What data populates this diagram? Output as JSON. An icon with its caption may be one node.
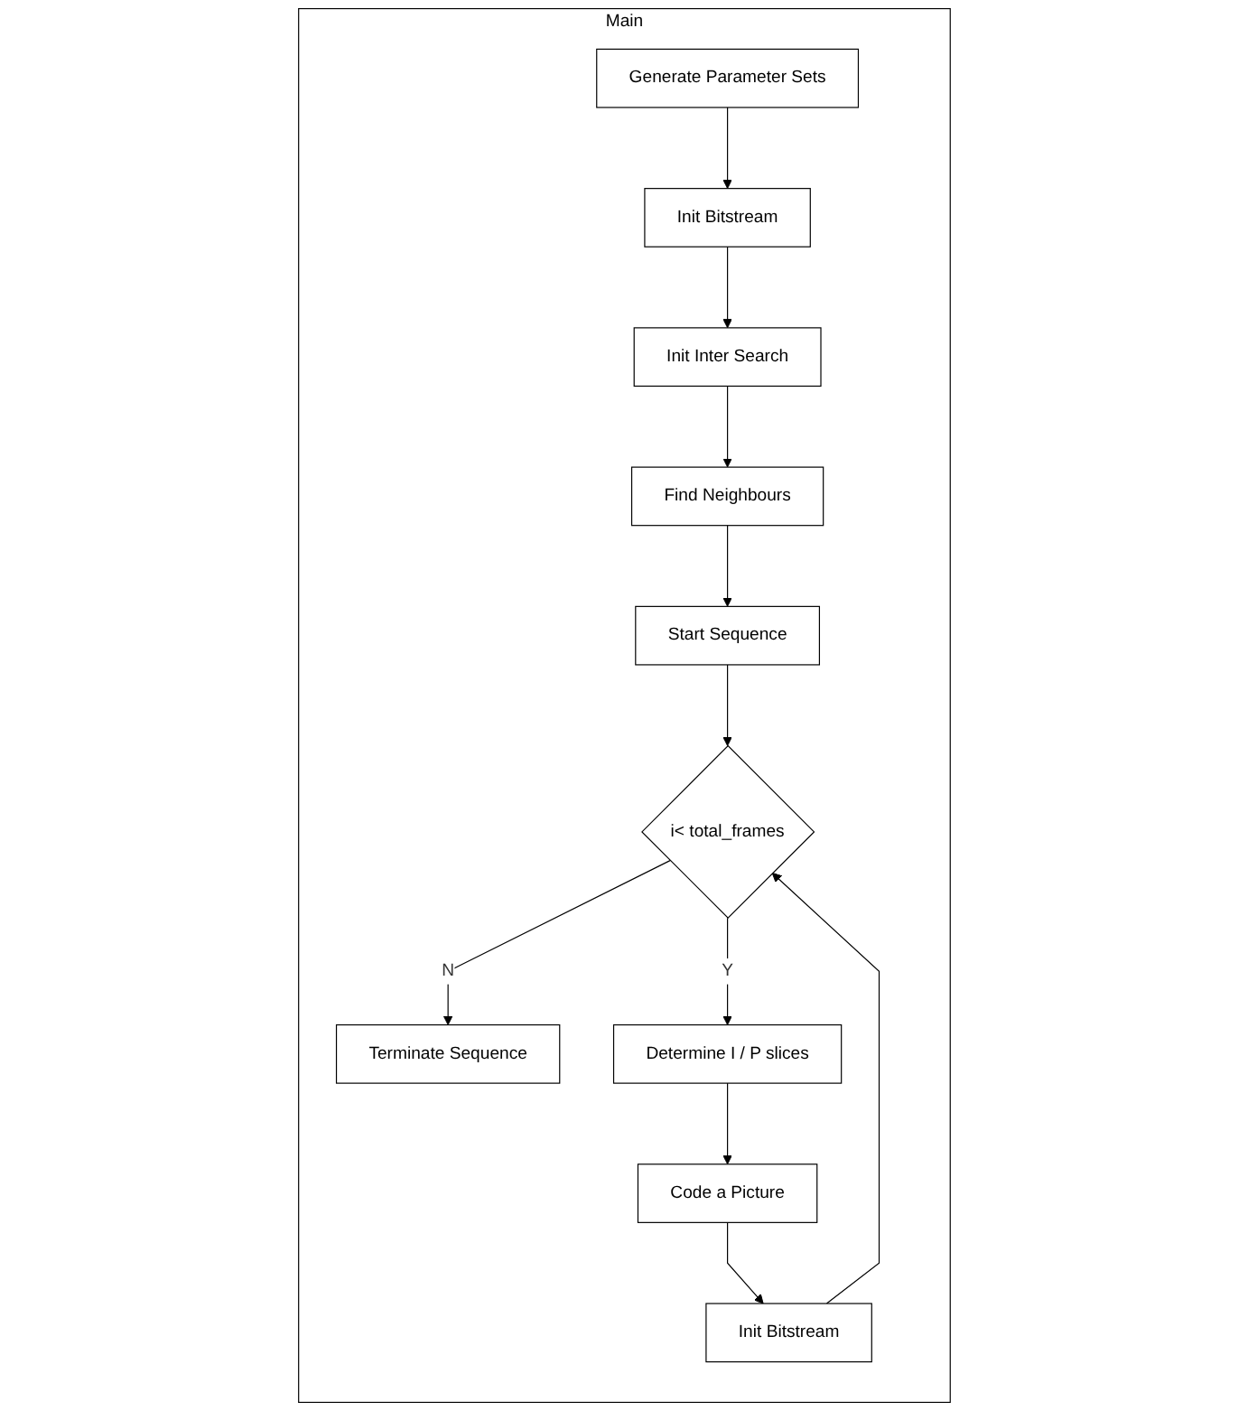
{
  "diagram": {
    "nodes": [
      {
        "text": [
          "Main"
        ]
      },
      {
        "text": [
          "Generate Parameter Sets"
        ],
        "in": 0
      },
      {
        "text": [
          "Init Bitstream"
        ],
        "in": 0
      },
      {
        "text": [
          "Init Inter Search"
        ],
        "in": 0
      },
      {
        "text": [
          "Find Neighbours"
        ],
        "in": 0
      },
      {
        "text": [
          "Start Sequence"
        ],
        "in": 0
      },
      {
        "text": [
          "i< total_frames"
        ],
        "in": 0
      },
      {
        "text": [
          "Terminate Sequence"
        ],
        "in": 0
      },
      {
        "text": [
          "Determine I / P slices"
        ],
        "in": 0
      },
      {
        "text": [
          "Init Bitstream"
        ],
        "in": 0
      },
      {
        "text": [
          "Code a Picture"
        ],
        "in": 0
      }
    ],
    "edges": [
      {
        "from": 1,
        "to": 2,
        "arrow": "to"
      },
      {
        "from": 2,
        "to": 3,
        "arrow": "to"
      },
      {
        "from": 3,
        "to": 4,
        "arrow": "to"
      },
      {
        "from": 4,
        "to": 5,
        "arrow": "to"
      },
      {
        "from": 5,
        "to": 6,
        "arrow": "to"
      },
      {
        "from": 6,
        "to": 7,
        "label": "N",
        "arrow": "to"
      },
      {
        "from": 6,
        "to": 8,
        "label": "Y",
        "arrow": "to"
      },
      {
        "from": 8,
        "to": 10,
        "arrow": "to"
      },
      {
        "from": 10,
        "to": 9,
        "arrow": "to"
      },
      {
        "from": 9,
        "to": 6,
        "arrow": "to"
      }
    ]
  }
}
